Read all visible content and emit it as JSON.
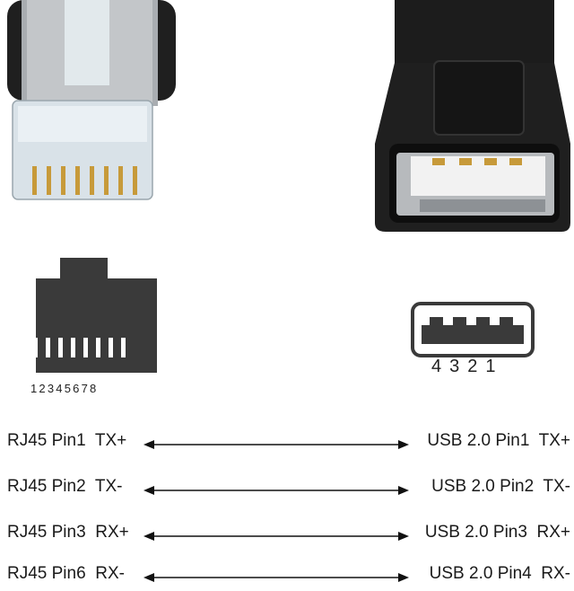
{
  "rj45_pin_numbers": "12345678",
  "usb_pin_numbers": "4321",
  "connections": [
    {
      "left": "RJ45 Pin1  TX+",
      "right": "USB 2.0 Pin1  TX+"
    },
    {
      "left": "RJ45 Pin2  TX-",
      "right": "USB 2.0 Pin2  TX-"
    },
    {
      "left": "RJ45 Pin3  RX+",
      "right": "USB 2.0 Pin3  RX+"
    },
    {
      "left": "RJ45 Pin6  RX-",
      "right": "USB 2.0 Pin4  RX-"
    }
  ],
  "colors": {
    "connector_body": "#1f1f1f",
    "metal": "#b9bcbf",
    "gold": "#c79a3a",
    "icon": "#3a3a3a",
    "arrow": "#111111"
  },
  "icons": [
    "rj45-plug-photo",
    "usb-female-photo",
    "rj45-port-icon",
    "usb-port-icon",
    "double-arrow-icon"
  ]
}
